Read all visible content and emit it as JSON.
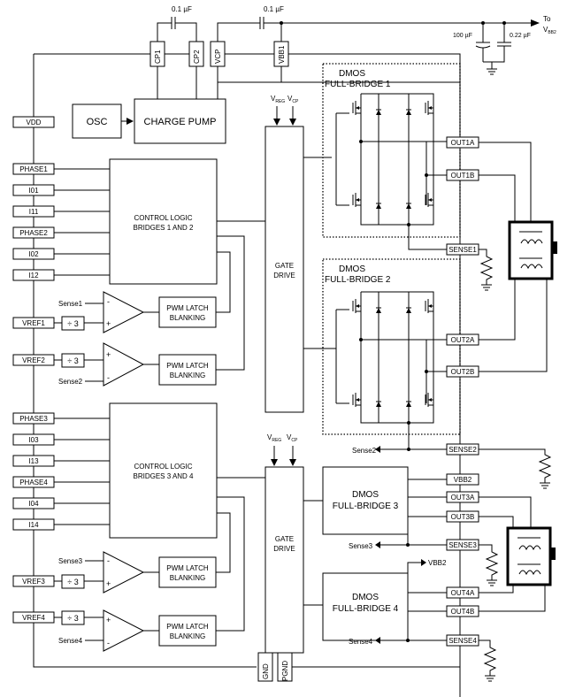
{
  "caps": {
    "top1": "0.1 µF",
    "top2": "0.1 µF",
    "c100": "100 µF",
    "c022": "0.22 µF",
    "to": "To",
    "vbb2_label": "V",
    "vbb2_sub": "BB2"
  },
  "top_pins": [
    "CP1",
    "CP2",
    "VCP",
    "VBB1"
  ],
  "blocks": {
    "osc": "OSC",
    "charge_pump": "CHARGE PUMP",
    "control12_l1": "CONTROL LOGIC",
    "control12_l2": "BRIDGES 1 AND 2",
    "control34_l1": "CONTROL LOGIC",
    "control34_l2": "BRIDGES 3 AND 4",
    "gate1": "GATE",
    "gate2": "DRIVE",
    "pwm1": "PWM LATCH",
    "pwm2": "BLANKING",
    "fb1_l1": "DMOS",
    "fb1_l2": "FULL-BRIDGE 1",
    "fb2_l1": "DMOS",
    "fb2_l2": "FULL-BRIDGE 2",
    "fb3_l1": "DMOS",
    "fb3_l2": "FULL-BRIDGE 3",
    "fb4_l1": "DMOS",
    "fb4_l2": "FULL-BRIDGE 4",
    "div": "÷ 3"
  },
  "vreg": {
    "v": "V",
    "reg": "REG",
    "cp": "CP"
  },
  "left_pins": [
    "VDD",
    "PHASE1",
    "I01",
    "I11",
    "PHASE2",
    "I02",
    "I12",
    "VREF1",
    "VREF2",
    "PHASE3",
    "I03",
    "I13",
    "PHASE4",
    "I04",
    "I14",
    "VREF3",
    "VREF4"
  ],
  "right_pins": [
    "OUT1A",
    "OUT1B",
    "SENSE1",
    "OUT2A",
    "OUT2B",
    "SENSE2",
    "VBB2",
    "OUT3A",
    "OUT3B",
    "SENSE3",
    "OUT4A",
    "OUT4B",
    "SENSE4"
  ],
  "sense_labels": [
    "Sense1",
    "Sense2",
    "Sense3",
    "Sense4"
  ],
  "bottom_pins": [
    "GND",
    "PGND"
  ],
  "vbb2_arrow": "VBB2",
  "comparator": {
    "minus": "-",
    "plus": "+"
  }
}
